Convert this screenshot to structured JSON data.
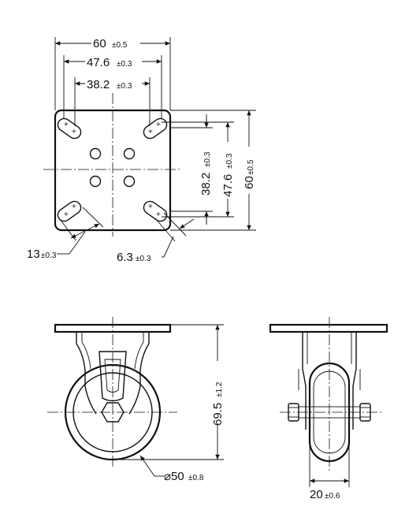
{
  "top_view": {
    "width": {
      "value": "60",
      "tol": "±0.5"
    },
    "outer_spacing": {
      "value": "47.6",
      "tol": "±0.3"
    },
    "inner_spacing": {
      "value": "38.2",
      "tol": "±0.3"
    },
    "height": {
      "value": "60",
      "tol": "±0.5"
    },
    "outer_spacing_v": {
      "value": "47.6",
      "tol": "±0.3"
    },
    "inner_spacing_v": {
      "value": "38.2",
      "tol": "±0.3"
    },
    "slot_length": {
      "value": "13",
      "tol": "±0.3"
    },
    "slot_width": {
      "value": "6.3",
      "tol": "±0.3"
    }
  },
  "front_view": {
    "height": {
      "value": "69.5",
      "tol": "±1.2"
    },
    "wheel_diameter": {
      "value": "⌀50",
      "tol": "±0.8"
    }
  },
  "side_view": {
    "wheel_width": {
      "value": "20",
      "tol": "±0.6"
    }
  }
}
